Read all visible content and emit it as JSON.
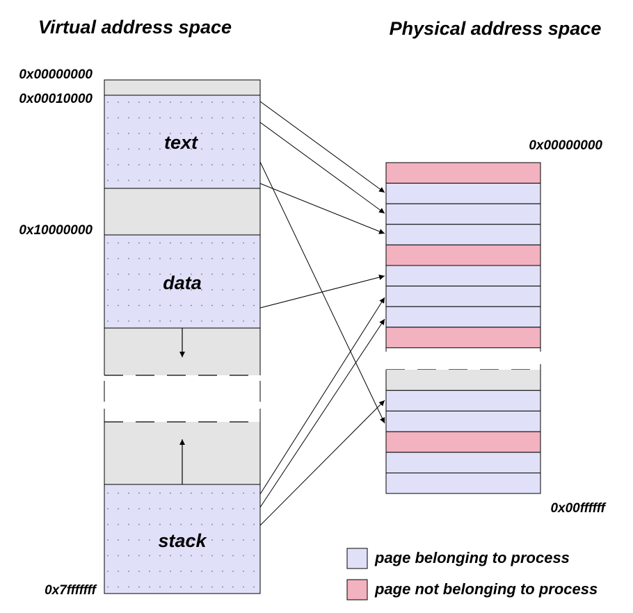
{
  "titles": {
    "virtual": "Virtual address space",
    "physical": "Physical address space"
  },
  "virtual_addresses": {
    "a0": "0x00000000",
    "a1": "0x00010000",
    "a2": "0x10000000",
    "a3": "0x7fffffff"
  },
  "physical_addresses": {
    "top": "0x00000000",
    "bottom": "0x00ffffff"
  },
  "segments": {
    "text": "text",
    "data": "data",
    "stack": "stack"
  },
  "legend": {
    "belonging": "page belonging to process",
    "not_belonging": "page not belonging to process"
  },
  "colors": {
    "belonging": "#e0e0f8",
    "not_belonging": "#f2b2c0",
    "unused": "#e4e4e4"
  }
}
